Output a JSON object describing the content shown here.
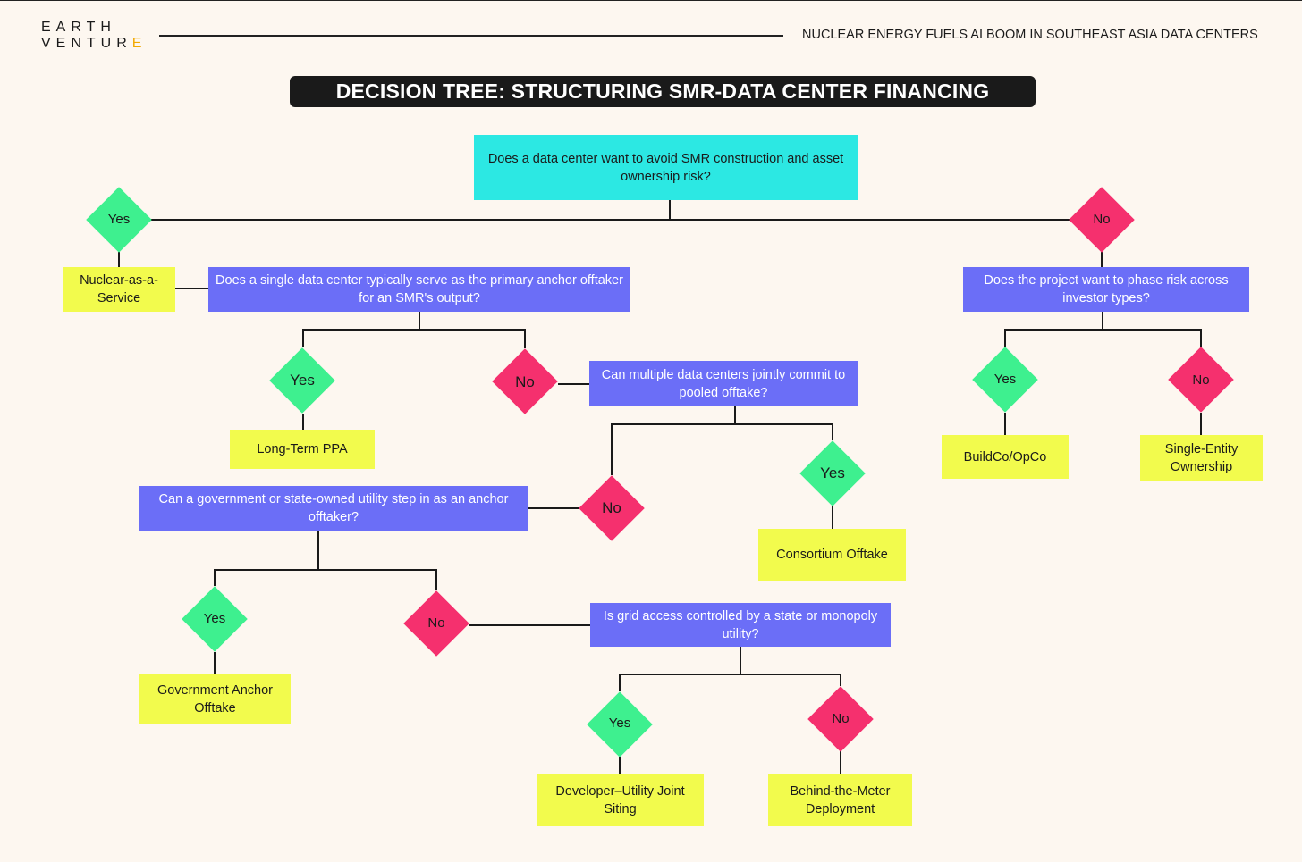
{
  "header": {
    "logo_line1": "EARTH",
    "logo_line2": "VENTUR",
    "logo_accent": "E",
    "title": "NUCLEAR ENERGY FUELS AI BOOM IN SOUTHEAST ASIA DATA CENTERS"
  },
  "diagram_title": "DECISION TREE: STRUCTURING SMR-DATA CENTER FINANCING",
  "questions": {
    "q1": "Does a data center want to avoid SMR construction and asset ownership risk?",
    "q2": "Does a single data center typically serve as the primary anchor offtaker for an SMR's output?",
    "q3": "Does the project want to phase risk across investor types?",
    "q4": "Can multiple data centers jointly commit to pooled offtake?",
    "q5": "Can a government or state-owned utility step in as an anchor offtaker?",
    "q6": "Is grid access controlled by a state or monopoly utility?"
  },
  "outcomes": {
    "naas": "Nuclear-as-a-Service",
    "ppa": "Long-Term PPA",
    "buildco": "BuildCo/OpCo",
    "single": "Single-Entity Ownership",
    "consortium": "Consortium Offtake",
    "gov": "Government Anchor Offtake",
    "dev": "Developer–Utility Joint Siting",
    "btm": "Behind-the-Meter Deployment"
  },
  "answers": {
    "yes": "Yes",
    "no": "No"
  },
  "colors": {
    "background": "#fdf7f0",
    "question": "#6b6ef7",
    "root_question": "#2ce8e3",
    "outcome": "#f2fb4d",
    "yes": "#3ef08f",
    "no": "#f5306e",
    "logo_accent": "#f2a900"
  }
}
